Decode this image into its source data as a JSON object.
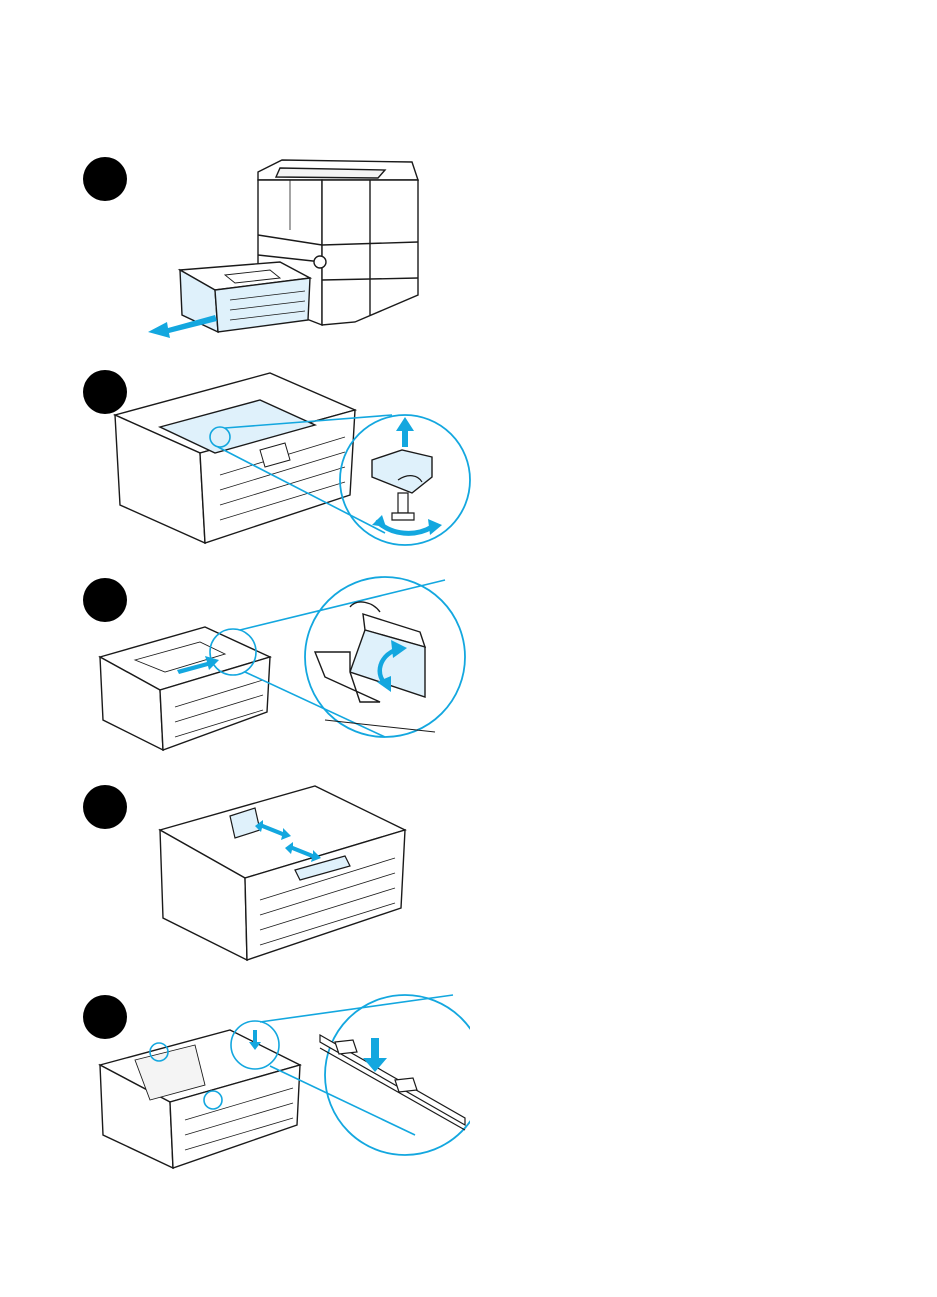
{
  "colors": {
    "accent": "#13a7df",
    "accent_fill": "#dff1fb",
    "line": "#1a1a1a",
    "marker": "#000000"
  },
  "steps": [
    {
      "illustration": "printer-with-tray-pulled-out"
    },
    {
      "illustration": "tray-remove-rear-stop-detail"
    },
    {
      "illustration": "tray-fold-back-plate-detail"
    },
    {
      "illustration": "tray-adjust-paper-guides"
    },
    {
      "illustration": "tray-paper-under-tabs-detail"
    }
  ]
}
